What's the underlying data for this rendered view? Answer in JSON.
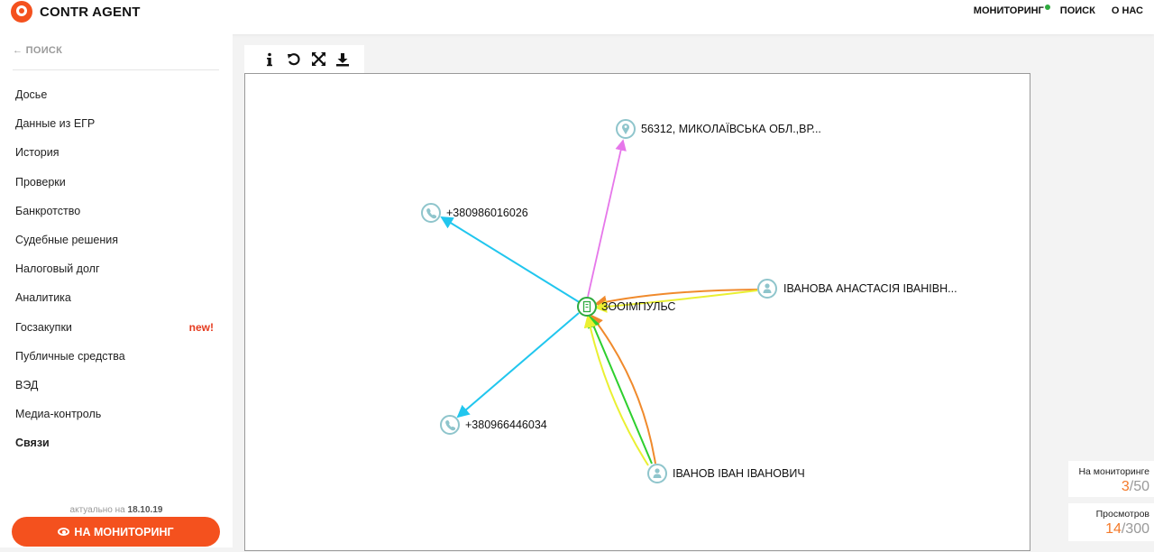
{
  "header": {
    "logo_text": "CONTR AGENT",
    "nav": {
      "monitoring": "МОНИТОРИНГ",
      "search": "ПОИСК",
      "about": "О НАС"
    }
  },
  "sidebar": {
    "back": "← ПОИСК",
    "items": [
      {
        "label": "Досье"
      },
      {
        "label": "Данные из ЕГР"
      },
      {
        "label": "История"
      },
      {
        "label": "Проверки"
      },
      {
        "label": "Банкротство"
      },
      {
        "label": "Судебные решения"
      },
      {
        "label": "Налоговый долг"
      },
      {
        "label": "Аналитика"
      },
      {
        "label": "Госзакупки",
        "badge": "new!"
      },
      {
        "label": "Публичные средства"
      },
      {
        "label": "ВЭД"
      },
      {
        "label": "Медиа-контроль"
      },
      {
        "label": "Связи",
        "active": true
      }
    ],
    "updated_prefix": "актуально на",
    "updated_date": "18.10.19",
    "monitor_button": "НА МОНИТОРИНГ"
  },
  "toolbar": {
    "icons": [
      "info-icon",
      "reset-icon",
      "fullscreen-icon",
      "download-icon"
    ]
  },
  "graph": {
    "nodes": {
      "company": "ЗООІМПУЛЬС",
      "address": "56312, МИКОЛАЇВСЬКА ОБЛ.,ВР...",
      "phone1": "+380986016026",
      "phone2": "+380966446034",
      "person1": "ІВАНОВА АНАСТАСІЯ ІВАНІВН...",
      "person2": "ІВАНОВ ІВАН ІВАНОВИЧ"
    }
  },
  "stats": {
    "monitoring": {
      "label": "На мониторинге",
      "current": "3",
      "total": "/50"
    },
    "views": {
      "label": "Просмотров",
      "current": "14",
      "total": "/300"
    }
  },
  "colors": {
    "accent": "#f4511e",
    "node": "#8fc5cc",
    "company_node": "#2eaa3e",
    "edge_cyan": "#21c6ee",
    "edge_magenta": "#e677ea",
    "edge_orange": "#f08a2c",
    "edge_yellow": "#eaf032",
    "edge_green": "#2ecf2e"
  }
}
